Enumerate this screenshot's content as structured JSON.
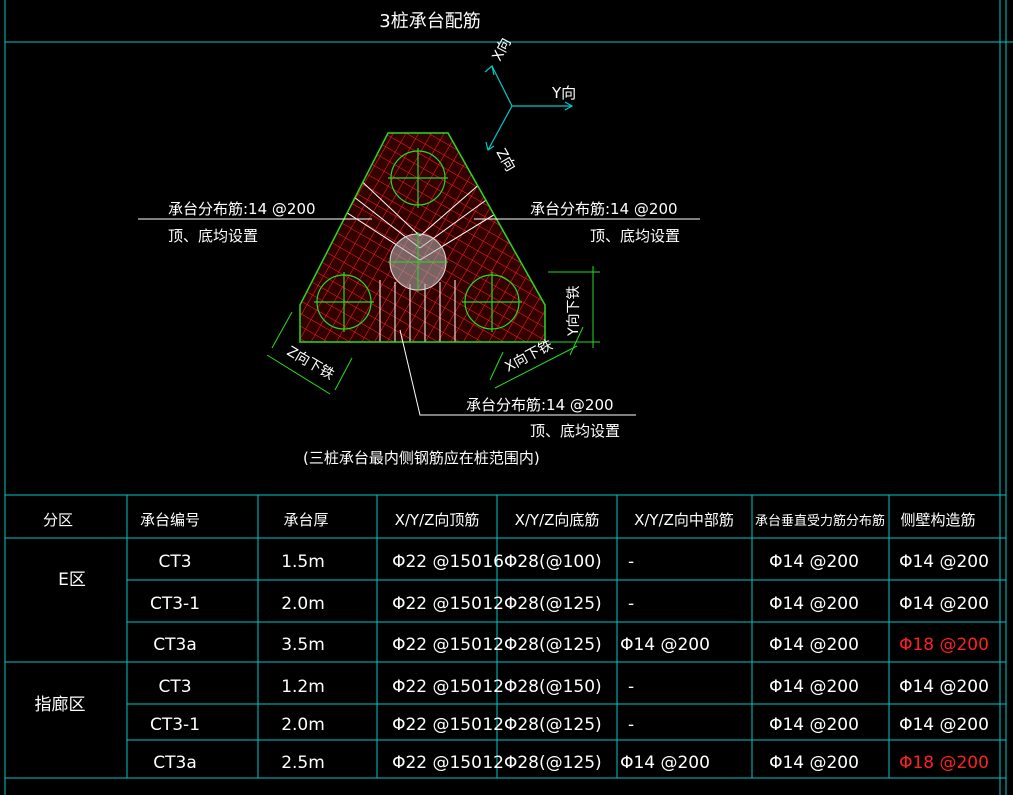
{
  "drawing": {
    "title": "3桩承台配筋",
    "axes": {
      "x": "X向",
      "y": "Y向",
      "z": "Z向"
    },
    "notes": {
      "left_line1": "承台分布筋:14 @200",
      "left_line2": "顶、底均设置",
      "right_line1": "承台分布筋:14 @200",
      "right_line2": "顶、底均设置",
      "bottom_line1": "承台分布筋:14 @200",
      "bottom_line2": "顶、底均设置",
      "caption": "(三桩承台最内侧钢筋应在桩范围内)"
    },
    "dimension_labels": {
      "z_bottom": "Z向下铁",
      "x_bottom": "X向下铁",
      "y_bottom": "Y向下铁"
    },
    "colors": {
      "rebar": "#ff2020",
      "outline": "#22dd22",
      "grid": "#00c8c8",
      "annotation": "#ffffff"
    }
  },
  "table": {
    "headers": [
      "分区",
      "承台编号",
      "承台厚",
      "X/Y/Z向顶筋",
      "X/Y/Z向底筋",
      "X/Y/Z向中部筋",
      "承台垂直受力筋分布筋",
      "侧壁构造筋"
    ],
    "groups": [
      {
        "zone": "E区",
        "rows": [
          {
            "id": "CT3",
            "thickness": "1.5m",
            "top": "Φ22 @150",
            "bottom": "16Φ28(@100)",
            "middle": "-",
            "vertical": "Φ14 @200",
            "side": "Φ14 @200",
            "side_highlight": false
          },
          {
            "id": "CT3-1",
            "thickness": "2.0m",
            "top": "Φ22 @150",
            "bottom": "12Φ28(@125)",
            "middle": "-",
            "vertical": "Φ14 @200",
            "side": "Φ14 @200",
            "side_highlight": false
          },
          {
            "id": "CT3a",
            "thickness": "3.5m",
            "top": "Φ22 @150",
            "bottom": "12Φ28(@125)",
            "middle": "Φ14 @200",
            "vertical": "Φ14 @200",
            "side": "Φ18 @200",
            "side_highlight": true
          }
        ]
      },
      {
        "zone": "指廊区",
        "rows": [
          {
            "id": "CT3",
            "thickness": "1.2m",
            "top": "Φ22 @150",
            "bottom": "12Φ28(@150)",
            "middle": "-",
            "vertical": "Φ14 @200",
            "side": "Φ14 @200",
            "side_highlight": false
          },
          {
            "id": "CT3-1",
            "thickness": "2.0m",
            "top": "Φ22 @150",
            "bottom": "12Φ28(@125)",
            "middle": "-",
            "vertical": "Φ14 @200",
            "side": "Φ14 @200",
            "side_highlight": false
          },
          {
            "id": "CT3a",
            "thickness": "2.5m",
            "top": "Φ22 @150",
            "bottom": "12Φ28(@125)",
            "middle": "Φ14 @200",
            "vertical": "Φ14 @200",
            "side": "Φ18 @200",
            "side_highlight": true
          }
        ]
      }
    ]
  }
}
